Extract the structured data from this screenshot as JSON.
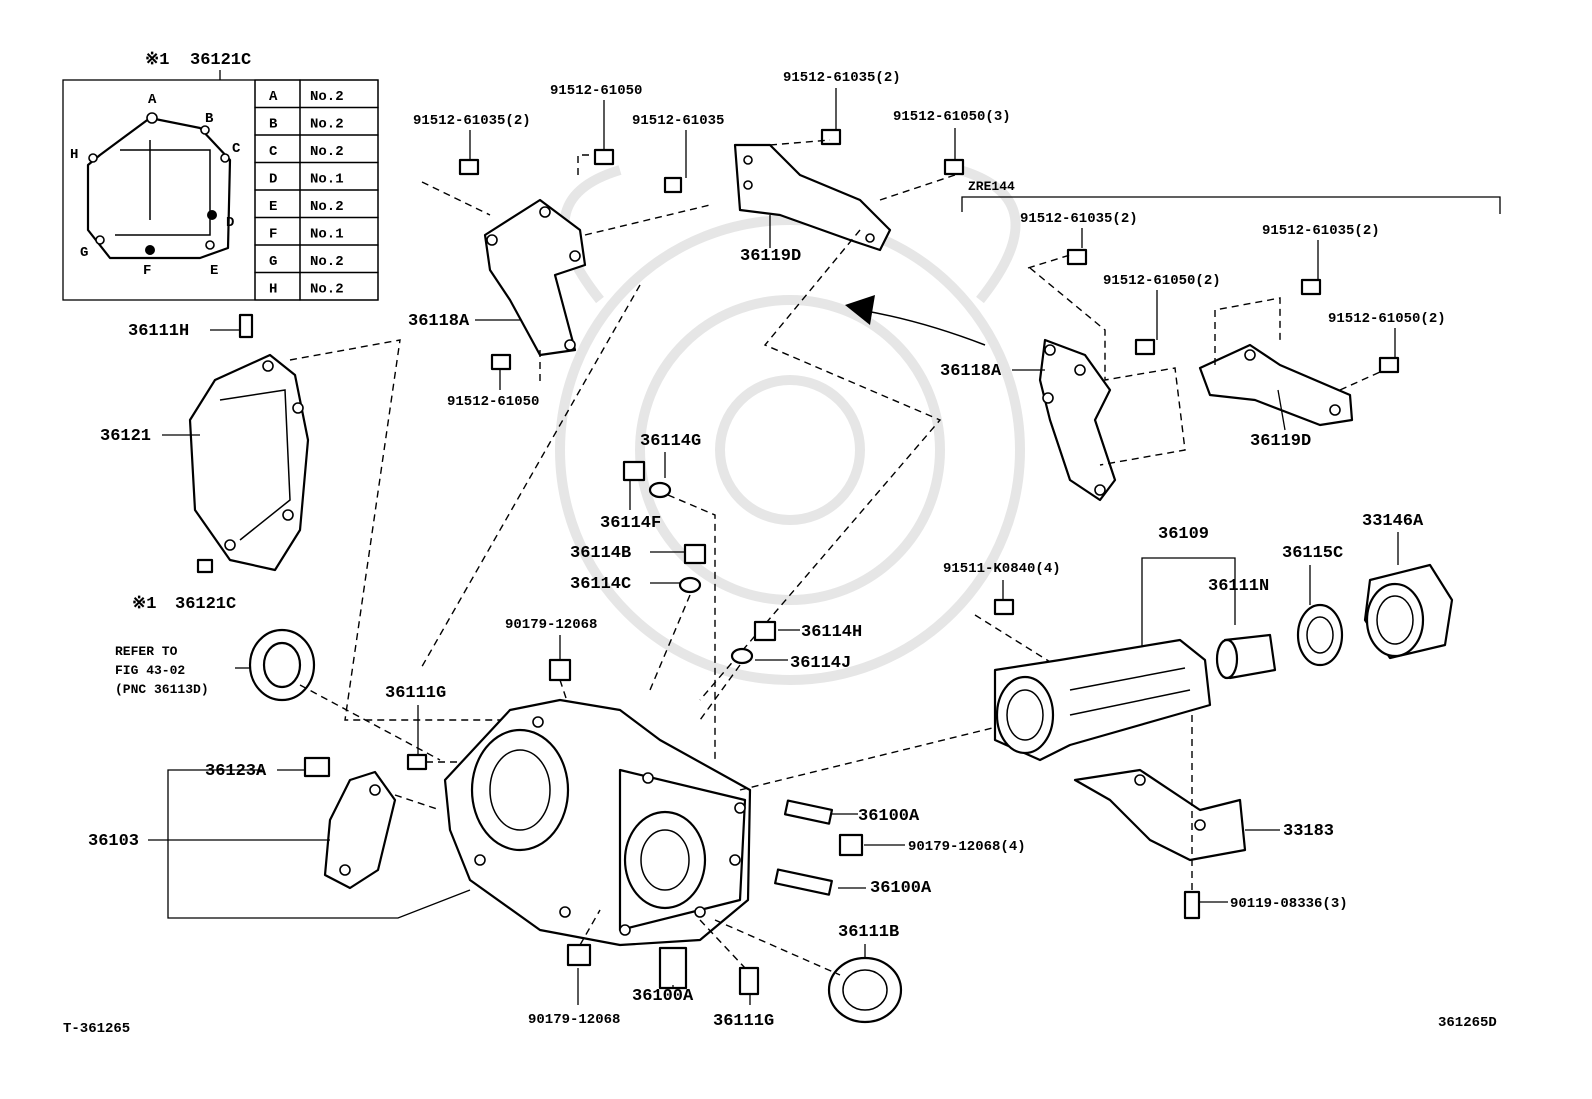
{
  "gasket_ref": {
    "mark": "※1",
    "part": "36121C",
    "table": [
      {
        "pos": "A",
        "bolt": "No.2"
      },
      {
        "pos": "B",
        "bolt": "No.2"
      },
      {
        "pos": "C",
        "bolt": "No.2"
      },
      {
        "pos": "D",
        "bolt": "No.1"
      },
      {
        "pos": "E",
        "bolt": "No.2"
      },
      {
        "pos": "F",
        "bolt": "No.1"
      },
      {
        "pos": "G",
        "bolt": "No.2"
      },
      {
        "pos": "H",
        "bolt": "No.2"
      }
    ],
    "letters": [
      "A",
      "B",
      "C",
      "D",
      "E",
      "F",
      "G",
      "H"
    ]
  },
  "zre_label": "ZRE144",
  "labels": {
    "p36121C_top": "36121C",
    "p91512_61035_2_a": "91512-61035(2)",
    "p91512_61050_a": "91512-61050",
    "p91512_61035_a": "91512-61035",
    "p91512_61035_2_b": "91512-61035(2)",
    "p91512_61050_3": "91512-61050(3)",
    "p36118A_a": "36118A",
    "p36119D_a": "36119D",
    "p91512_61050_b": "91512-61050",
    "p36111H": "36111H",
    "p36121": "36121",
    "p36121C_bottom": "36121C",
    "refer": [
      "REFER TO",
      "FIG 43-02",
      "(PNC 36113D)"
    ],
    "p36114G": "36114G",
    "p36114F": "36114F",
    "p36114B": "36114B",
    "p36114C": "36114C",
    "p90179_12068_a": "90179-12068",
    "p36114H": "36114H",
    "p36114J": "36114J",
    "p36111G_a": "36111G",
    "p36123A": "36123A",
    "p36103": "36103",
    "p36100A_a": "36100A",
    "p90179_12068_4": "90179-12068(4)",
    "p36100A_b": "36100A",
    "p36111B": "36111B",
    "p90179_12068_b": "90179-12068",
    "p36100A_c": "36100A",
    "p36111G_b": "36111G",
    "p91512_61035_2_c": "91512-61035(2)",
    "p91512_61035_2_d": "91512-61035(2)",
    "p91512_61050_2_a": "91512-61050(2)",
    "p91512_61050_2_b": "91512-61050(2)",
    "p36118A_b": "36118A",
    "p36119D_b": "36119D",
    "p91511_K0840_4": "91511-K0840(4)",
    "p36109": "36109",
    "p36111N": "36111N",
    "p36115C": "36115C",
    "p33146A": "33146A",
    "p33183": "33183",
    "p90119_08336_3": "90119-08336(3)"
  },
  "footer": {
    "left_code": "T-361265",
    "right_code": "361265D"
  }
}
